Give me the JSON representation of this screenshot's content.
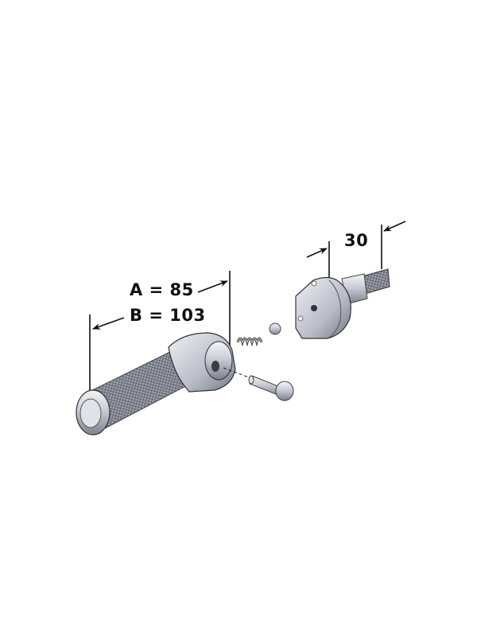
{
  "diagram": {
    "type": "exploded-assembly",
    "subject": "footpeg assembly",
    "dimensions": {
      "A": {
        "label": "A = 85",
        "value": 85
      },
      "B": {
        "label": "B = 103",
        "value": 103
      },
      "C": {
        "label": "30",
        "value": 30
      }
    },
    "parts": [
      {
        "name": "knurled-peg",
        "description": "knurled cylindrical footpeg with hollow end"
      },
      {
        "name": "spring",
        "description": "small coil spring"
      },
      {
        "name": "detent-ball",
        "description": "ball bearing"
      },
      {
        "name": "pivot-pin",
        "description": "clevis pin"
      },
      {
        "name": "mount-bracket",
        "description": "bracket with threaded stud"
      }
    ],
    "colors": {
      "background": "#ffffff",
      "line": "#111111",
      "metal-light": "#e6e8ee",
      "metal-mid": "#b9bdc8",
      "metal-dark": "#6f7482",
      "knurl": "#8a8f99"
    }
  }
}
